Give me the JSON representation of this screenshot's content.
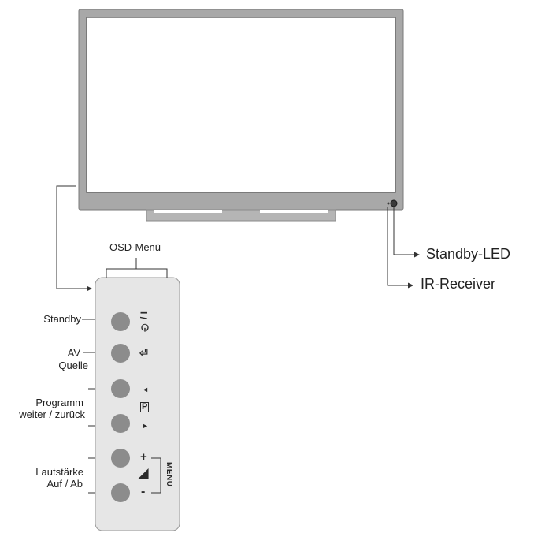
{
  "tv": {
    "callouts": {
      "standby_led": "Standby-LED",
      "ir_receiver": "IR-Receiver"
    }
  },
  "panel": {
    "osd_label": "OSD-Menü",
    "buttons": [
      {
        "icon": "power-icon",
        "glyph": "⏻ / I"
      },
      {
        "icon": "source-icon",
        "glyph": "⏎"
      },
      {
        "icon": "triangle-left-icon",
        "glyph": "◄"
      },
      {
        "icon": "channel-icon",
        "glyph": "P"
      },
      {
        "icon": "triangle-right-icon",
        "glyph": "►"
      },
      {
        "icon": "volume-icon",
        "glyph": "◢"
      }
    ],
    "labels": {
      "standby": "Standby",
      "av": "AV",
      "quelle": "Quelle",
      "programm": "Programm",
      "weiter_zurueck": "weiter / zurück",
      "lautstaerke": "Lautstärke",
      "auf_ab": "Auf / Ab",
      "plus": "+",
      "minus": "-",
      "menu": "MENU"
    }
  }
}
